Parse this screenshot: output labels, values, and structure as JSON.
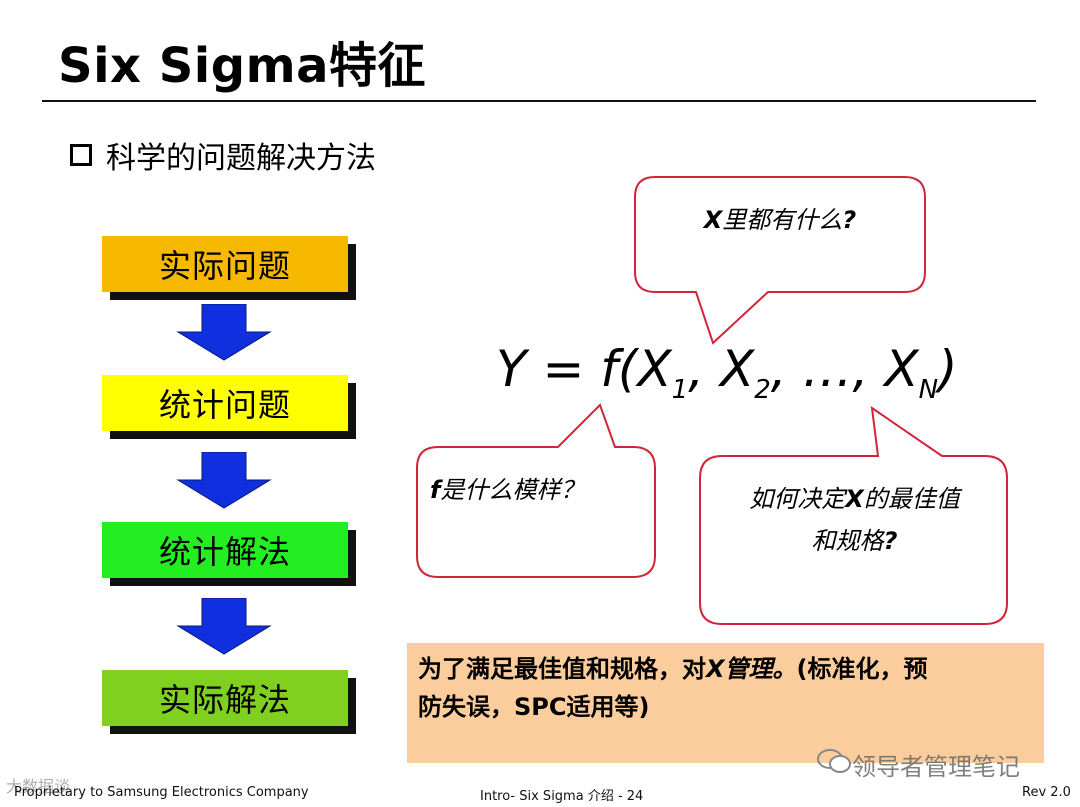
{
  "title": "Six Sigma特征",
  "subtitle": "科学的问题解决方法",
  "steps": [
    {
      "label": "实际问题",
      "color": "#f7b800"
    },
    {
      "label": "统计问题",
      "color": "#ffff00"
    },
    {
      "label": "统计解法",
      "color": "#22ee22"
    },
    {
      "label": "实际解法",
      "color": "#80d020"
    }
  ],
  "formula": {
    "y": "Y",
    "eq": " = ",
    "f": "f(X",
    "s1": "1",
    "c1": ", X",
    "s2": "2",
    "c2": ", …, X",
    "sn": "N",
    "end": ")"
  },
  "bubbles": {
    "top": {
      "bold": "X",
      "text": "里都有什么",
      "q": "?"
    },
    "left": {
      "bold": "f",
      "text": "是什么模样？"
    },
    "right": {
      "line1a": "如何决定",
      "line1b": "X",
      "line1c": "的最佳值",
      "line2a": "和规格",
      "line2b": "?"
    }
  },
  "note": {
    "a": "为了满足最佳值和规格，对",
    "b": "X管理。",
    "c": "(标准化，预",
    "d": "防失误，SPC适用等)"
  },
  "footer": {
    "left": "Proprietary to Samsung Electronics Company",
    "center": "Intro- Six Sigma 介绍 - 24",
    "right": "Rev 2.0"
  },
  "watermarks": {
    "right": "领导者管理笔记",
    "left": "大数据谈"
  },
  "colors": {
    "bubble_stroke": "#d0263a",
    "arrow_fill": "#1030e0",
    "note_bg": "#fbcd9d"
  }
}
